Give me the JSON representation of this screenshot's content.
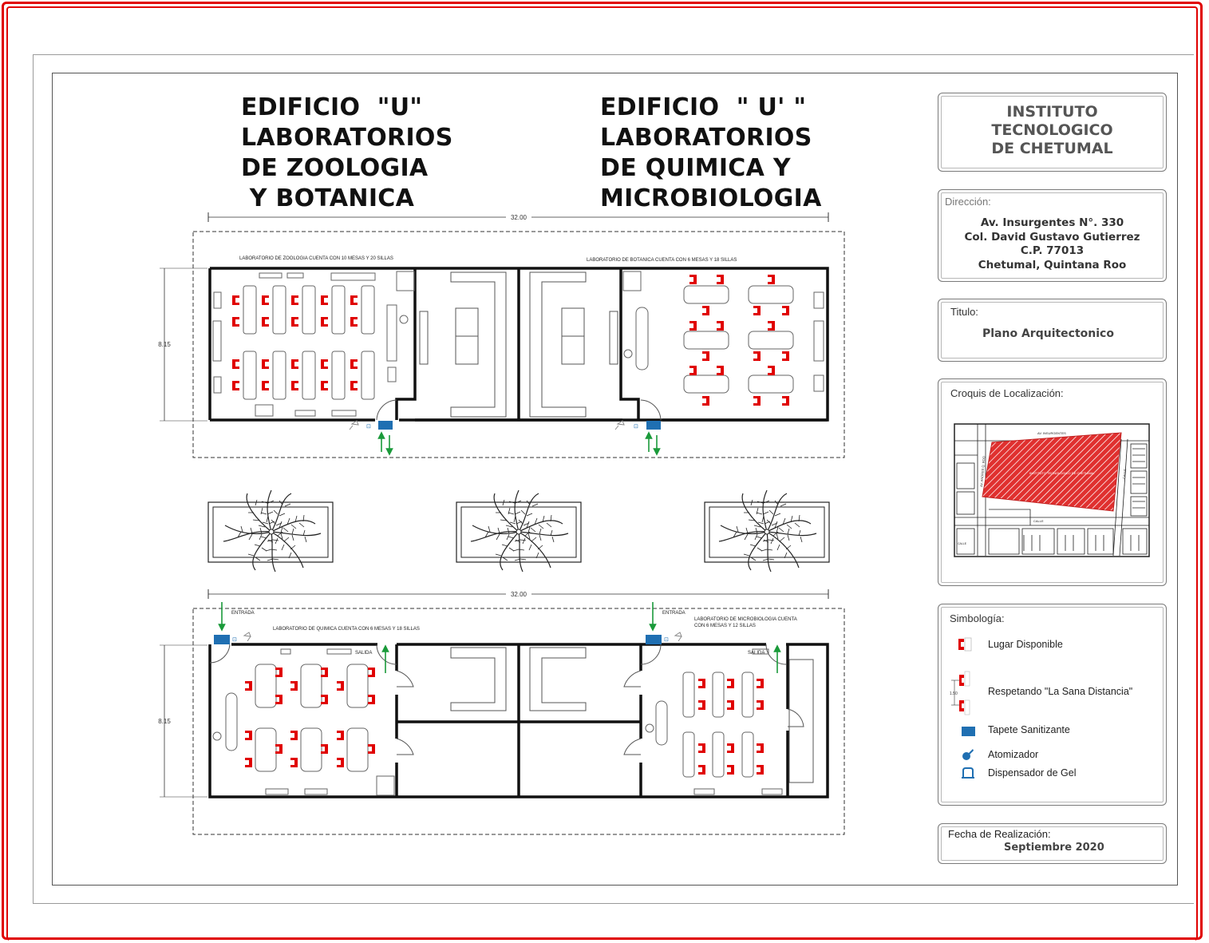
{
  "headings": {
    "left": [
      "EDIFICIO  \"U\"",
      "LABORATORIOS",
      "DE ZOOLOGIA",
      " Y BOTANICA"
    ],
    "right": [
      "EDIFICIO  \" U' \"",
      "LABORATORIOS",
      "DE QUIMICA Y",
      "MICROBIOLOGIA"
    ]
  },
  "plan": {
    "dim_width": "32.00",
    "dim_height": "8.15",
    "top": {
      "note_left": "LABORATORIO DE ZOOLOGIA CUENTA CON 10 MESAS Y 20 SILLAS",
      "note_right": "LABORATORIO DE BOTANICA CUENTA CON 6 MESAS Y 18 SILLAS"
    },
    "bottom": {
      "entrada": "ENTRADA",
      "salida": "SALIDA",
      "note_left": "LABORATORIO DE QUIMICA CUENTA CON 6 MESAS Y 18 SILLAS",
      "note_right_1": "LABORATORIO DE MICROBIOLOGIA CUENTA",
      "note_right_2": "CON 6 MESAS Y 12 SILLAS"
    }
  },
  "title_block": {
    "institution": [
      "INSTITUTO",
      "TECNOLOGICO",
      "DE CHETUMAL"
    ],
    "address_label": "Dirección:",
    "address": [
      "Av. Insurgentes N°. 330",
      "Col. David Gustavo Gutierrez",
      "C.P. 77013",
      "Chetumal, Quintana Roo"
    ],
    "title_label": "Titulo:",
    "title": "Plano Arquitectonico",
    "location_label": "Croquis de Localización:",
    "map_labels": {
      "top_street": "AV. INSURGENTES",
      "campus": "INSTITUTO TECNOLOGICO DE CHETUMAL",
      "left_street": "AV. ANDRES Q. ROO",
      "right_street": "CALLE",
      "bottom_street": "CALLE",
      "bottom_left": "CALLE"
    },
    "legend_label": "Simbología:",
    "legend": [
      {
        "icon": "chair-icon",
        "label": "Lugar Disponible"
      },
      {
        "icon": "distance-icon",
        "label": "Respetando \"La Sana Distancia\"",
        "scale": "1.50"
      },
      {
        "icon": "mat-icon",
        "label": "Tapete Sanitizante"
      },
      {
        "icon": "atomizer-icon",
        "label": "Atomizador"
      },
      {
        "icon": "gel-dispenser-icon",
        "label": "Dispensador de Gel"
      }
    ],
    "date_label": "Fecha de Realización:",
    "date": "Septiembre 2020"
  },
  "colors": {
    "border": "#e00000",
    "chair": "#e00000",
    "mat": "#1f6fb2",
    "arrow": "#1a9a3a",
    "campus_hatch": "#e0302f"
  }
}
